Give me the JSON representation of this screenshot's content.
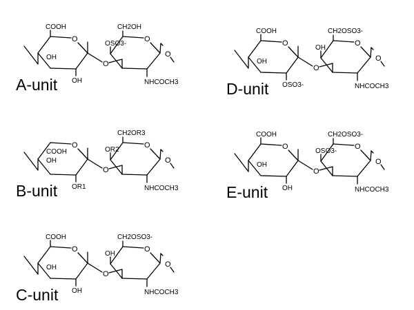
{
  "ring_oxygen": "O",
  "units": [
    {
      "id": "A",
      "name": "A-unit",
      "c5": "COOH",
      "c3": "OH",
      "c2": "OH",
      "c3p": "OSO3-",
      "c6p": "CH2OH",
      "c2p": "NHCOCH3"
    },
    {
      "id": "B",
      "name": "B-unit",
      "c5": "COOH",
      "c3": "OH",
      "c2": "OR1",
      "c3p": "OR2",
      "c6p": "CH2OR3",
      "c2p": "NHCOCH3"
    },
    {
      "id": "C",
      "name": "C-unit",
      "c5": "COOH",
      "c3": "OH",
      "c2": "OH",
      "c3p": "OH",
      "c6p": "CH2OSO3-",
      "c2p": "NHCOCH3"
    },
    {
      "id": "D",
      "name": "D-unit",
      "c5": "COOH",
      "c3": "OH",
      "c2": "OSO3-",
      "c3p": "OH",
      "c6p": "CH2OSO3-",
      "c2p": "NHCOCH3"
    },
    {
      "id": "E",
      "name": "E-unit",
      "c5": "COOH",
      "c3": "OH",
      "c2": "OH",
      "c3p": "OSO3-",
      "c6p": "CH2OSO3-",
      "c2p": "NHCOCH3"
    }
  ]
}
